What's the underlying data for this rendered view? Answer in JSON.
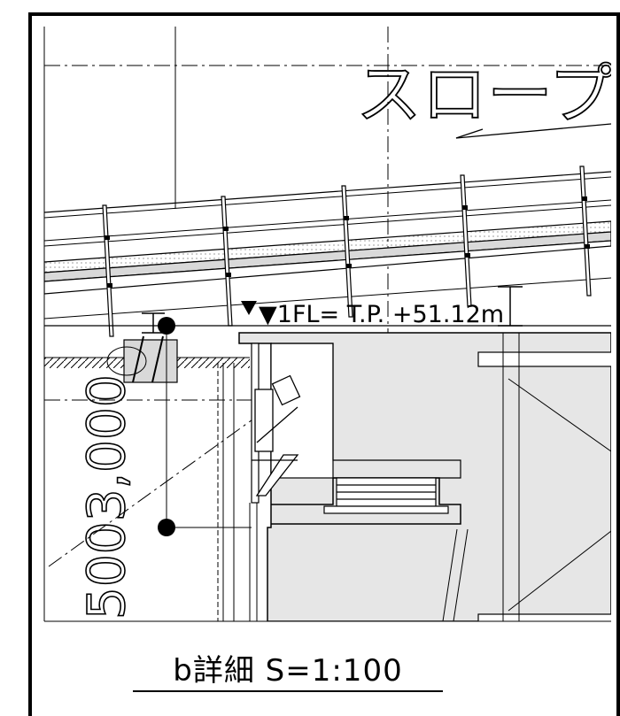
{
  "drawing": {
    "slope_label": "スロープ",
    "level_marker": "▼1FL= T.P. +51.12m",
    "dimension_text": "5003,000",
    "caption": "b詳細 S=1:100"
  },
  "colors": {
    "line": "#000000",
    "concrete_fill": "#e6e6e6",
    "slab_fill": "#d9d9d9",
    "paper": "#ffffff"
  }
}
